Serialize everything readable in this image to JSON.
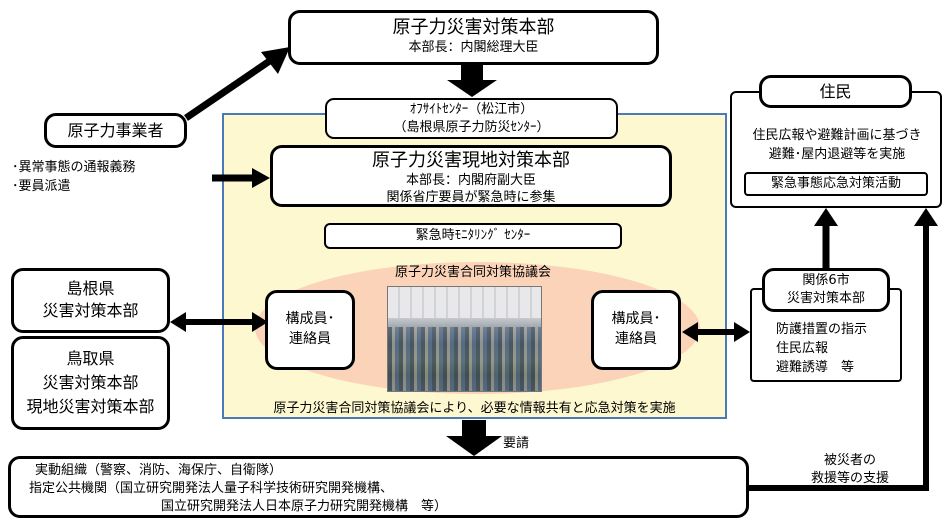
{
  "hq": {
    "title": "原子力災害対策本部",
    "sub": "本部長：内閣総理大臣"
  },
  "offsite": {
    "line1": "ｵﾌｻｲﾄｾﾝﾀｰ（松江市）",
    "line2": "（島根県原子力防災ｾﾝﾀｰ）"
  },
  "operator": {
    "title": "原子力事業者",
    "duties": [
      "･異常事態の通報義務",
      "･要員派遣"
    ]
  },
  "local_hq": {
    "title": "原子力災害現地対策本部",
    "line1": "本部長：内閣府副大臣",
    "line2": "関係省庁要員が緊急時に参集"
  },
  "monitoring": "緊急時ﾓﾆﾀﾘﾝｸﾞ ｾﾝﾀｰ",
  "council": {
    "title": "原子力災害合同対策協議会",
    "footer": "原子力災害合同対策協議会により、必要な情報共有と応急対策を実施"
  },
  "member_left": [
    "構成員･",
    "連絡員"
  ],
  "member_right": [
    "構成員･",
    "連絡員"
  ],
  "shimane": [
    "島根県",
    "災害対策本部"
  ],
  "tottori": [
    "鳥取県",
    "災害対策本部",
    "現地災害対策本部"
  ],
  "residents": {
    "title": "住民",
    "desc1": "住民広報や避難計画に基づき",
    "desc2": "避難･屋内退避等を実施",
    "activity": "緊急事態応急対策活動"
  },
  "cities": {
    "title1": "関係6市",
    "title2": "災害対策本部",
    "items": [
      "防護措置の指示",
      "住民広報",
      "避難誘導　等"
    ]
  },
  "request": "要請",
  "support": [
    "被災者の",
    "救援等の支援"
  ],
  "orgs": {
    "line1": "実動組織（警察、消防、海保庁、自衛隊）",
    "line2": "指定公共機関（国立研究開発法人量子科学技術研究開発機構、",
    "line3": "国立研究開発法人日本原子力研究開発機構　等）"
  }
}
